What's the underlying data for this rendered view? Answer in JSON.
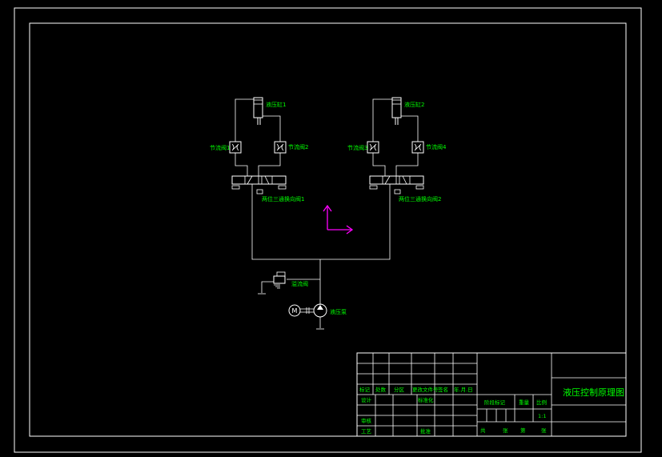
{
  "colors": {
    "background": "#000000",
    "lines": "#ffffff",
    "text": "#00ff00",
    "axis": "#ff00ff"
  },
  "labels": {
    "cylinder1": "液压缸1",
    "cylinder2": "液压缸2",
    "throttle1": "节流阀1",
    "throttle2": "节流阀2",
    "throttle3": "节流阀3",
    "throttle4": "节流阀4",
    "dirvalve1": "两位三通换向阀1",
    "dirvalve2": "两位三通换向阀2",
    "relief": "溢流阀",
    "pump": "液压泵",
    "motor": "M"
  },
  "title_block": {
    "drawing_title": "液压控制原理图",
    "row_marks": [
      "标记",
      "处数",
      "分区",
      "更改文件号",
      "签名",
      "年.月.日"
    ],
    "designer": "设计",
    "standardize": "标准化",
    "reviewer": "审核",
    "process": "工艺",
    "approve": "批准",
    "stage_mark": "阶段标记",
    "weight": "重量",
    "scale": "比例",
    "scale_value": "1:1",
    "sheets_total": "共",
    "sheets_word1": "张",
    "sheets_no": "第",
    "sheets_word2": "张"
  }
}
